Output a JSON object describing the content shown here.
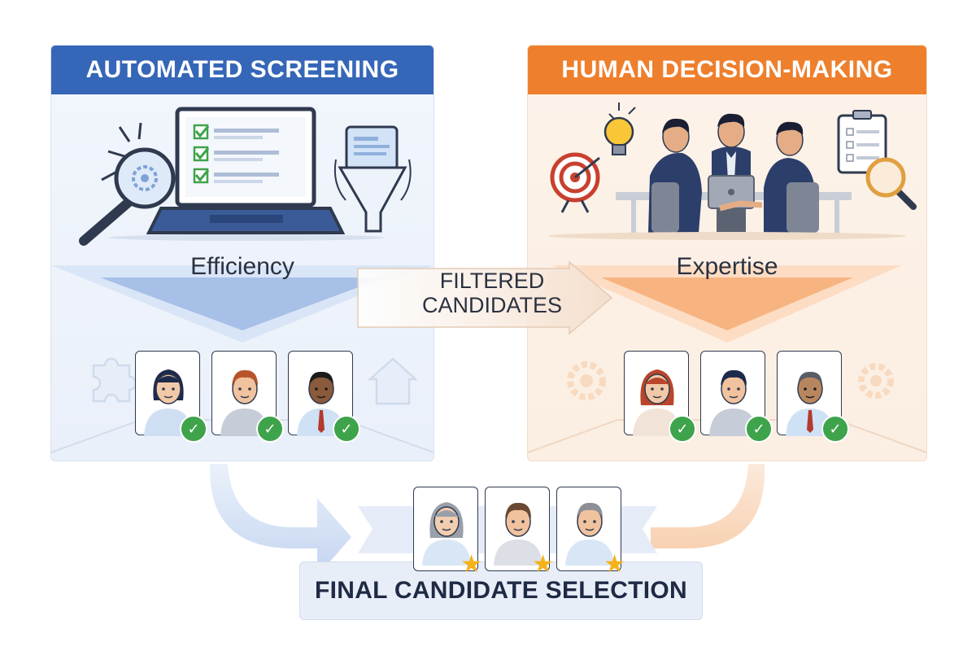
{
  "left_panel": {
    "title": "AUTOMATED SCREENING",
    "caption": "Efficiency",
    "accent": "#3566b8"
  },
  "right_panel": {
    "title": "HUMAN DECISION-MAKING",
    "caption": "Expertise",
    "accent": "#ee7f2c"
  },
  "connector": {
    "label_line1": "FILTERED",
    "label_line2": "CANDIDATES"
  },
  "final": {
    "label": "FINAL CANDIDATE SELECTION"
  },
  "icons": {
    "left": [
      "magnifier-gear-icon",
      "laptop-checklist-icon",
      "funnel-resume-icon",
      "puzzle-icon",
      "house-icon"
    ],
    "right": [
      "target-icon",
      "lightbulb-icon",
      "team-meeting-icon",
      "clipboard-icon",
      "magnifier-icon",
      "gear-icon"
    ],
    "status": [
      "check-badge-icon",
      "star-icon"
    ]
  },
  "colors": {
    "check": "#3ea34a",
    "star": "#f6b21a"
  }
}
